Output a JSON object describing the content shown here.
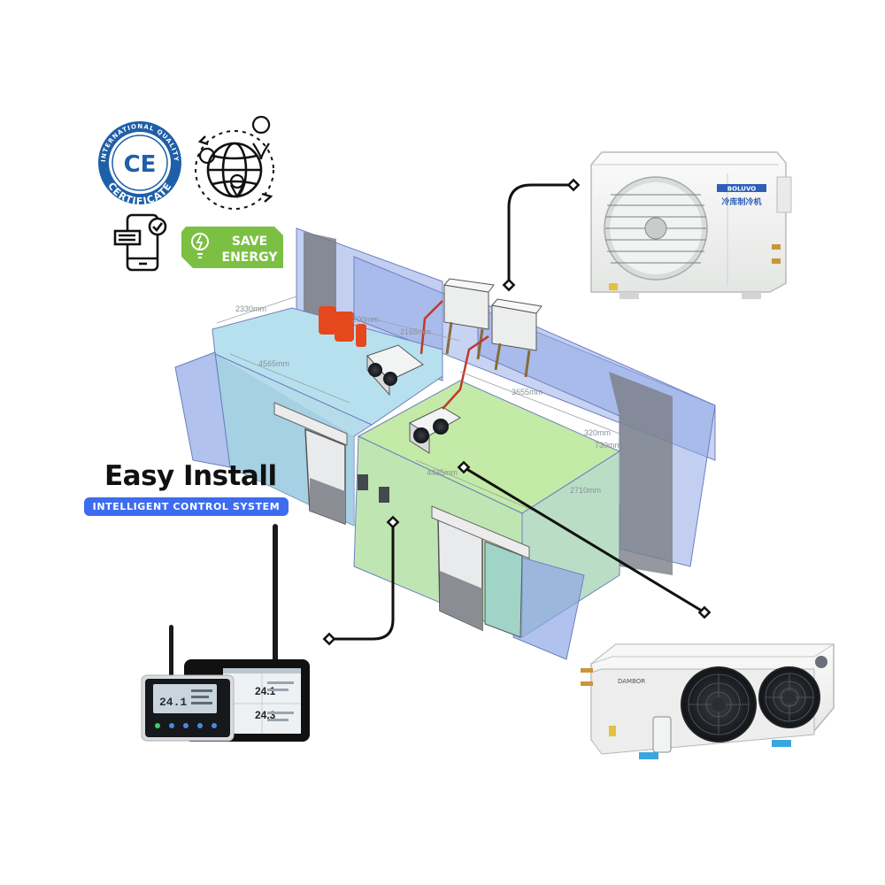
{
  "headline": "Easy Install",
  "subheadline": "INTELLIGENT CONTROL SYSTEM",
  "badges": {
    "certificate": {
      "ring_text": "INTERNATIONAL QUALITY",
      "arc_text": "CERTIFICATE",
      "mark": "CE"
    },
    "save_energy": {
      "line1": "SAVE",
      "line2": "ENERGY"
    },
    "icons": [
      "ce-certificate-icon",
      "globe-location-icon",
      "phone-invoice-icon",
      "save-energy-icon"
    ]
  },
  "dimensions": {
    "width_left_room": "2330mm",
    "length_left_room": "4565mm",
    "left_partial": "200mm",
    "middle_length": "2165mm",
    "right_length": "3655mm",
    "right_small_a": "320mm",
    "right_small_b": "730mm",
    "right_width": "4435mm",
    "right_height": "2710mm"
  },
  "controller": {
    "small_display": "24.1",
    "large_reading_1": "24.1",
    "large_reading_2": "24.3"
  },
  "outdoor_unit": {
    "brand": "BOLUVO",
    "brand_cn": "冷库制冷机"
  },
  "evaporator": {
    "brand": "DAMBOR"
  },
  "colors": {
    "accent_blue": "#3d6cf0",
    "green_badge": "#7bc043",
    "cert_blue": "#1f5fa8",
    "room_left_fill": "#a9d6e8",
    "room_right_fill": "#c3eaa6",
    "panel_blue": "#8fa8e6",
    "pipe_red": "#c0392b"
  }
}
